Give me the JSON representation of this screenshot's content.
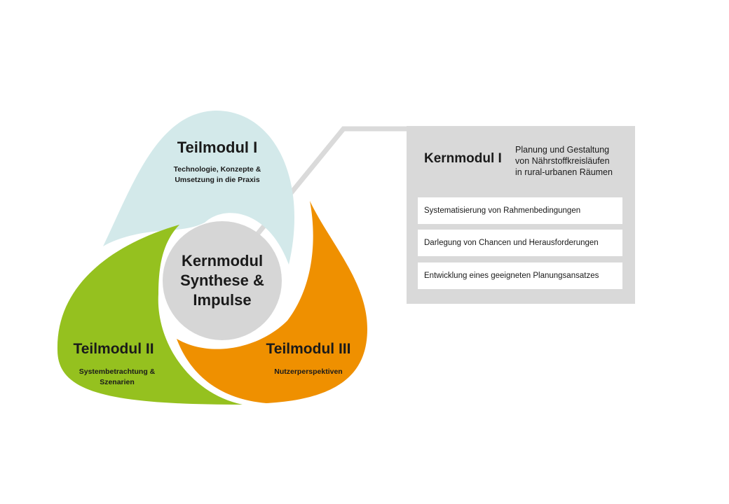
{
  "colors": {
    "teilmodul_1": "#d3e9ea",
    "teilmodul_2": "#95c11f",
    "teilmodul_3": "#ef9000",
    "core": "#d6d6d6",
    "panel": "#d9d9d9",
    "connector": "#dadada"
  },
  "modules": [
    {
      "title": "Teilmodul I",
      "subtitle_lines": [
        "Technologie, Konzepte &",
        "Umsetzung in die Praxis"
      ]
    },
    {
      "title": "Teilmodul II",
      "subtitle_lines": [
        "Systembetrachtung &",
        "Szenarien"
      ]
    },
    {
      "title": "Teilmodul III",
      "subtitle_lines": [
        "Nutzerperspektiven"
      ]
    }
  ],
  "core": {
    "lines": [
      "Kernmodul",
      "Synthese &",
      "Impulse"
    ]
  },
  "panel": {
    "title": "Kernmodul I",
    "description_lines": [
      "Planung und Gestaltung",
      "von Nährstoffkreisläufen",
      "in rural-urbanen Räumen"
    ],
    "items": [
      "Systematisierung von Rahmenbedingungen",
      "Darlegung von Chancen und Herausforderungen",
      "Entwicklung eines geeigneten Planungsansatzes"
    ]
  }
}
